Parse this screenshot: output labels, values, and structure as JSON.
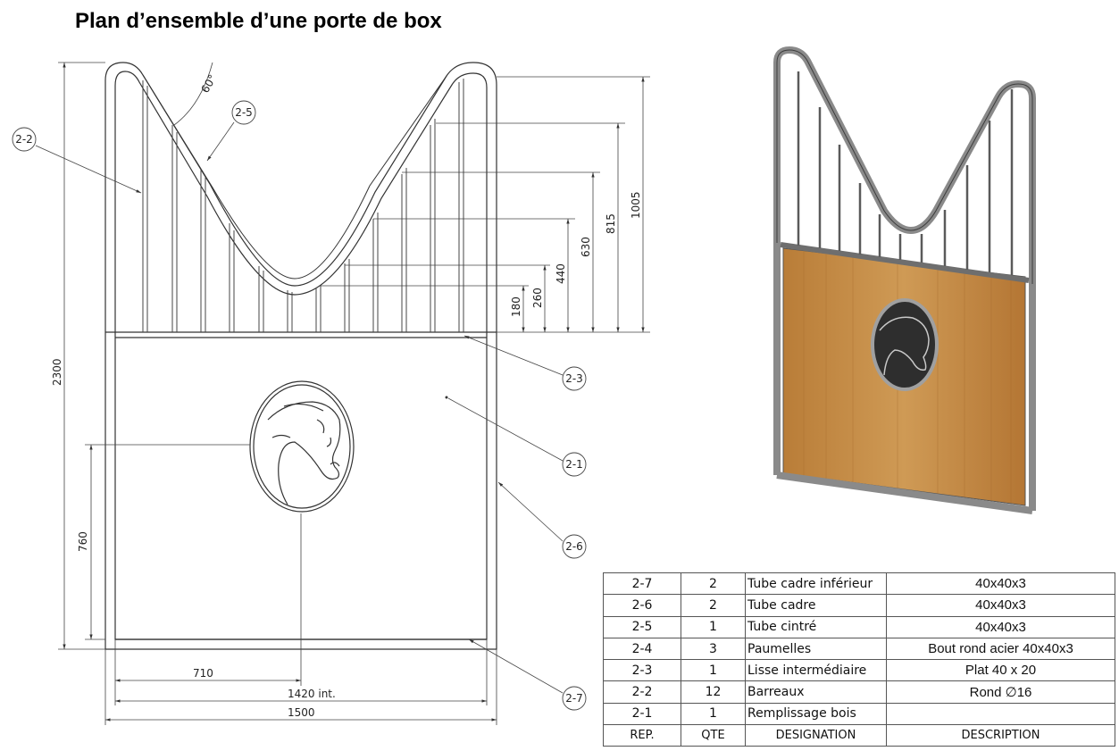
{
  "title": "Plan d’ensemble d’une porte de box",
  "dimensions": {
    "angle": "60°",
    "overall_height": "2300",
    "h_1005": "1005",
    "h_815": "815",
    "h_630": "630",
    "h_440": "440",
    "h_260": "260",
    "h_180": "180",
    "medallion_height": "760",
    "medallion_offset": "710",
    "inner_width": "1420 int.",
    "overall_width": "1500"
  },
  "balloons": {
    "b22": "2-2",
    "b25": "2-5",
    "b23": "2-3",
    "b21": "2-1",
    "b26": "2-6",
    "b27": "2-7"
  },
  "bom": {
    "rows": [
      {
        "rep": "2-7",
        "qte": "2",
        "designation": "Tube cadre inférieur",
        "description": "40x40x3"
      },
      {
        "rep": "2-6",
        "qte": "2",
        "designation": "Tube cadre",
        "description": "40x40x3"
      },
      {
        "rep": "2-5",
        "qte": "1",
        "designation": "Tube cintré",
        "description": "40x40x3"
      },
      {
        "rep": "2-4",
        "qte": "3",
        "designation": "Paumelles",
        "description": "Bout rond acier 40x40x3"
      },
      {
        "rep": "2-3",
        "qte": "1",
        "designation": "Lisse intermédiaire",
        "description": "Plat 40 x 20"
      },
      {
        "rep": "2-2",
        "qte": "12",
        "designation": "Barreaux",
        "description": "Rond ∅16"
      },
      {
        "rep": "2-1",
        "qte": "1",
        "designation": "Remplissage bois",
        "description": ""
      }
    ],
    "header": {
      "rep": "REP.",
      "qte": "QTE",
      "designation": "DESIGNATION",
      "description": "DESCRIPTION"
    }
  },
  "colors": {
    "wood": "#c8914a",
    "frame": "#8a8a8a",
    "medallion": "#2e2e2e",
    "line": "#333333"
  }
}
